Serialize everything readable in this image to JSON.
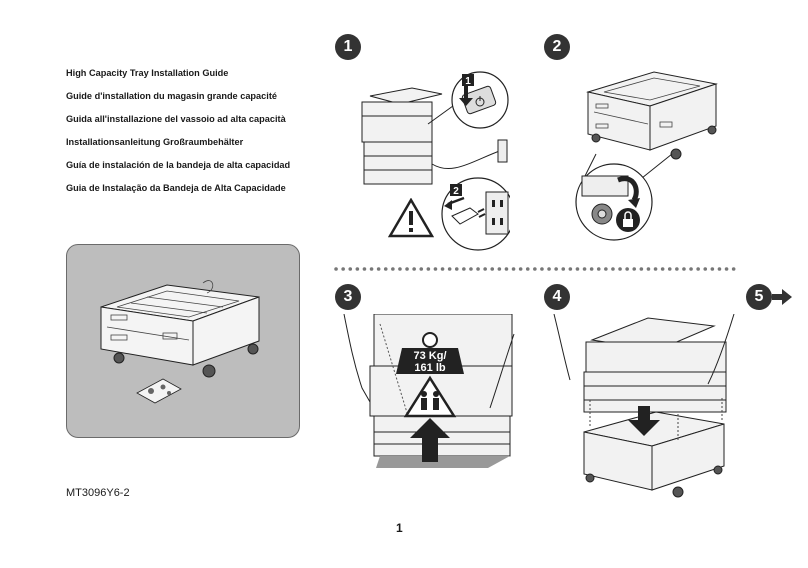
{
  "guide": {
    "titles": [
      "High Capacity Tray Installation Guide",
      "Guide d'installation du magasin grande capacité",
      "Guida all'installazione del vassoio ad alta capacità",
      "Installationsanleitung Großraumbehälter",
      "Guía de instalación de la bandeja de alta capacidad",
      "Guia de Instalação da Bandeja de Alta Capacidade"
    ],
    "document_number": "MT3096Y6-2",
    "page_number": "1"
  },
  "steps": {
    "step1": {
      "number": "1",
      "substep_a": "1",
      "substep_b": "2"
    },
    "step2": {
      "number": "2"
    },
    "step3": {
      "number": "3",
      "weight_kg": "73 Kg/",
      "weight_lb": "161 lb"
    },
    "step4": {
      "number": "4"
    },
    "next": {
      "number": "5"
    }
  },
  "icons": {
    "warning": "warning-triangle-icon",
    "power": "power-switch-icon",
    "plug": "power-plug-icon",
    "lock": "lock-icon",
    "two_person": "two-person-lift-icon",
    "arrow_up": "lift-arrow-up-icon",
    "arrow_down": "lower-arrow-down-icon",
    "arrow_right": "next-step-arrow-icon"
  },
  "colors": {
    "badge": "#333333",
    "panel_bg": "#bdbdbd",
    "line": "#222222"
  }
}
